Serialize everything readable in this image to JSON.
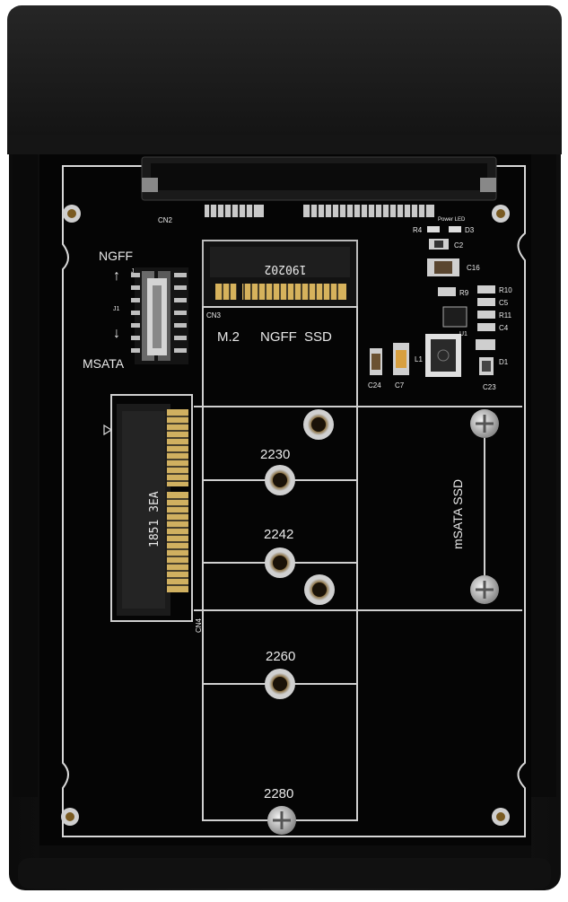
{
  "board": {
    "ngff_label": "NGFF",
    "msata_label": "MSATA",
    "m2_label": "M.2",
    "ngff_ssd_label": "NGFF SSD",
    "msata_ssd_label": "mSATA SSD",
    "connector_code_top": "190202",
    "connector_code_side": "1851 3EA",
    "lengths": [
      "2230",
      "2242",
      "2260",
      "2280"
    ],
    "refs": {
      "cn2": "CN2",
      "cn3": "CN3",
      "cn4": "CN4",
      "j1": "J1",
      "j2": "J2",
      "r4": "R4",
      "c2": "C2",
      "d3": "D3",
      "c16": "C16",
      "r9": "R9",
      "r10": "R10",
      "c5": "C5",
      "r11": "R11",
      "c4": "C4",
      "u1": "U1",
      "l1": "L1",
      "c24": "C24",
      "c7": "C7",
      "d1": "D1",
      "c23": "C23",
      "power_led": "Power LED"
    }
  }
}
